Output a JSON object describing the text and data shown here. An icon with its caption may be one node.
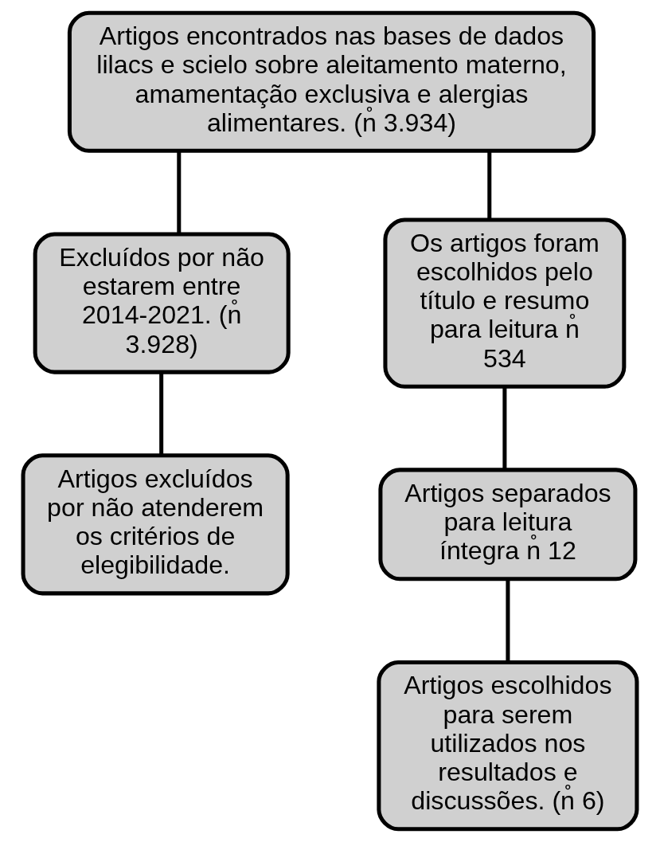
{
  "diagram": {
    "nodes": [
      {
        "text": [
          "Artigos encontrados nas bases de dados lilacs e scielo sobre aleitamento materno, amamentação exclusiva e alergias alimentares. (n̊ 3.934)"
        ]
      },
      {
        "text": [
          "Excluídos por não estarem entre 2014-2021. (n̊ 3.928)"
        ]
      },
      {
        "text": [
          "Os artigos foram escolhidos pelo título e resumo para leitura n̊ 534"
        ]
      },
      {
        "text": [
          "Artigos separados para leitura íntegra n̊ 12"
        ]
      },
      {
        "text": [
          "Artigos excluídos por não atenderem os critérios de elegibilidade."
        ]
      },
      {
        "text": [
          "Artigos escolhidos para serem utilizados nos resultados e discussões. (n̊ 6)"
        ]
      }
    ],
    "edges": [
      {
        "from": 0,
        "to": 1,
        "arrow": "none"
      },
      {
        "from": 0,
        "to": 2,
        "arrow": "none"
      },
      {
        "from": 2,
        "to": 3,
        "arrow": "none"
      },
      {
        "from": 1,
        "to": 4,
        "arrow": "none"
      },
      {
        "from": 3,
        "to": 5,
        "arrow": "none"
      }
    ]
  }
}
